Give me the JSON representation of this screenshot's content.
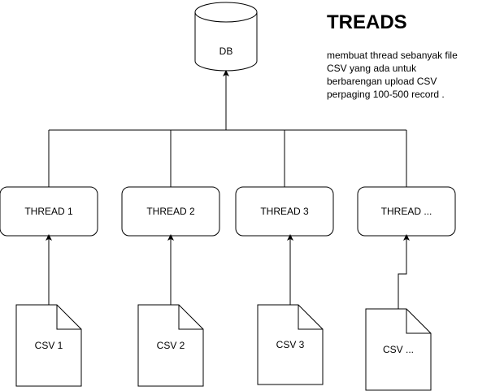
{
  "title": "TREADS",
  "description": "membuat thread sebanyak file CSV yang ada untuk berbarengan upload CSV perpaging 100-500 record .",
  "database": {
    "label": "DB"
  },
  "threads": [
    {
      "label": "THREAD 1"
    },
    {
      "label": "THREAD 2"
    },
    {
      "label": "THREAD 3"
    },
    {
      "label": "THREAD ..."
    }
  ],
  "files": [
    {
      "label": "CSV 1"
    },
    {
      "label": "CSV 2"
    },
    {
      "label": "CSV 3"
    },
    {
      "label": "CSV ..."
    }
  ]
}
